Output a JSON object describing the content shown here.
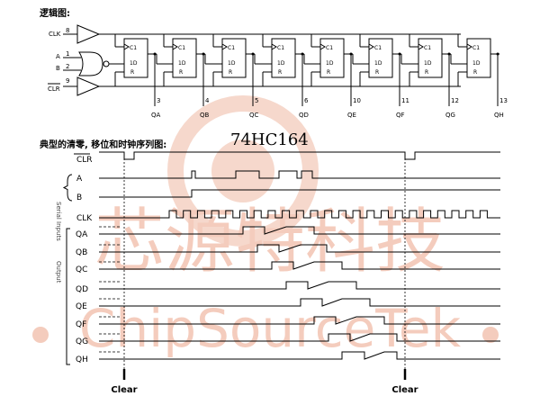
{
  "headers": {
    "logic": "逻辑图:",
    "timing": "典型的清零, 移位和时钟序列图:"
  },
  "title": "74HC164",
  "watermark": {
    "cn": "芯源特科技",
    "en": "ChipSourceTek",
    "color": "#f6d8cc"
  },
  "logic": {
    "pins": {
      "clk": "8",
      "a": "1",
      "b": "2",
      "clr": "9"
    },
    "inputs": {
      "clk": "CLK",
      "a": "A",
      "b": "B",
      "clr": "CLR"
    },
    "ff_labels": {
      "c1": "C1",
      "d": "1D",
      "r": "R"
    },
    "outputs": [
      {
        "pin": "3",
        "name": "QA"
      },
      {
        "pin": "4",
        "name": "QB"
      },
      {
        "pin": "5",
        "name": "QC"
      },
      {
        "pin": "6",
        "name": "QD"
      },
      {
        "pin": "10",
        "name": "QE"
      },
      {
        "pin": "11",
        "name": "QF"
      },
      {
        "pin": "12",
        "name": "QG"
      },
      {
        "pin": "13",
        "name": "QH"
      }
    ]
  },
  "timing": {
    "groups": {
      "serial": "Serial Inputs",
      "output": "Output"
    },
    "signals": [
      "CLR",
      "A",
      "B",
      "CLK",
      "QA",
      "QB",
      "QC",
      "QD",
      "QE",
      "QF",
      "QG",
      "QH"
    ],
    "clear_labels": [
      "Clear",
      "Clear"
    ]
  }
}
